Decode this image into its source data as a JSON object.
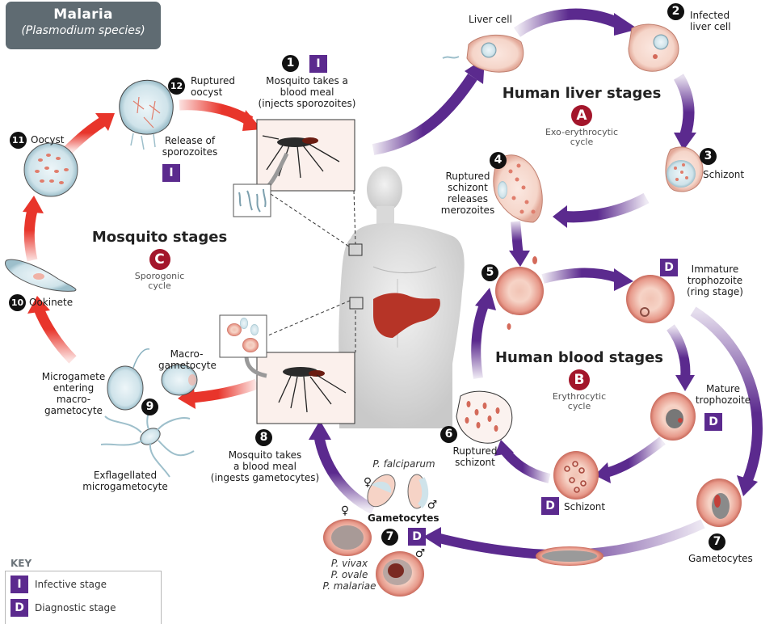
{
  "title": {
    "main": "Malaria",
    "subtitle": "(Plasmodium species)"
  },
  "colors": {
    "human_arrow": "#5b2a8e",
    "mosquito_arrow": "#e8352b",
    "cycle_letter": "#a3162b",
    "badge": "#5b2a8e",
    "title_box": "#5f6b72"
  },
  "stage_groups": {
    "liver": {
      "heading": "Human liver stages",
      "letter": "A",
      "cycle": [
        "Exo-erythrocytic",
        "cycle"
      ]
    },
    "blood": {
      "heading": "Human blood stages",
      "letter": "B",
      "cycle": [
        "Erythrocytic",
        "cycle"
      ]
    },
    "mosquito": {
      "heading": "Mosquito stages",
      "letter": "C",
      "cycle": [
        "Sporogonic",
        "cycle"
      ]
    }
  },
  "steps": {
    "s1": {
      "num": "1",
      "badge": "I",
      "lines": [
        "Mosquito takes a",
        "blood meal",
        "(injects sporozoites)"
      ]
    },
    "liver_cell": {
      "lines": [
        "Liver cell"
      ]
    },
    "s2": {
      "num": "2",
      "lines": [
        "Infected",
        "liver cell"
      ]
    },
    "s3": {
      "num": "3",
      "lines": [
        "Schizont"
      ]
    },
    "s4": {
      "num": "4",
      "lines": [
        "Ruptured",
        "schizont",
        "releases",
        "merozoites"
      ]
    },
    "s5": {
      "num": "5"
    },
    "immature": {
      "badge": "D",
      "lines": [
        "Immature",
        "trophozoite",
        "(ring stage)"
      ]
    },
    "mature": {
      "badge": "D",
      "lines": [
        "Mature",
        "trophozoite"
      ]
    },
    "schizont_blood": {
      "badge": "D",
      "lines": [
        "Schizont"
      ]
    },
    "s6": {
      "num": "6",
      "lines": [
        "Ruptured",
        "schizont"
      ]
    },
    "s7_right": {
      "num": "7",
      "lines": [
        "Gametocytes"
      ]
    },
    "s7_left": {
      "num": "7",
      "badge": "D",
      "lines": [
        "Gametocytes"
      ],
      "falciparum": "P. falciparum",
      "species": [
        "P. vivax",
        "P. ovale",
        "P. malariae"
      ],
      "female": "♀",
      "male": "♂"
    },
    "s8": {
      "num": "8",
      "lines": [
        "Mosquito takes",
        "a blood meal",
        "(ingests gametocytes)"
      ]
    },
    "s9": {
      "num": "9",
      "macro": [
        "Macro-",
        "gametocyte"
      ],
      "micro_enter": [
        "Microgamete",
        "entering",
        "macro-",
        "gametocyte"
      ],
      "exflag": [
        "Exflagellated",
        "microgametocyte"
      ]
    },
    "s10": {
      "num": "10",
      "lines": [
        "Ookinete"
      ]
    },
    "s11": {
      "num": "11",
      "lines": [
        "Oocyst"
      ]
    },
    "s12": {
      "num": "12",
      "badge": "I",
      "lines": [
        "Ruptured",
        "oocyst"
      ],
      "release": [
        "Release of",
        "sporozoites"
      ]
    }
  },
  "key": {
    "label": "KEY",
    "items": [
      {
        "badge": "I",
        "text": "Infective stage"
      },
      {
        "badge": "D",
        "text": "Diagnostic stage"
      }
    ]
  }
}
